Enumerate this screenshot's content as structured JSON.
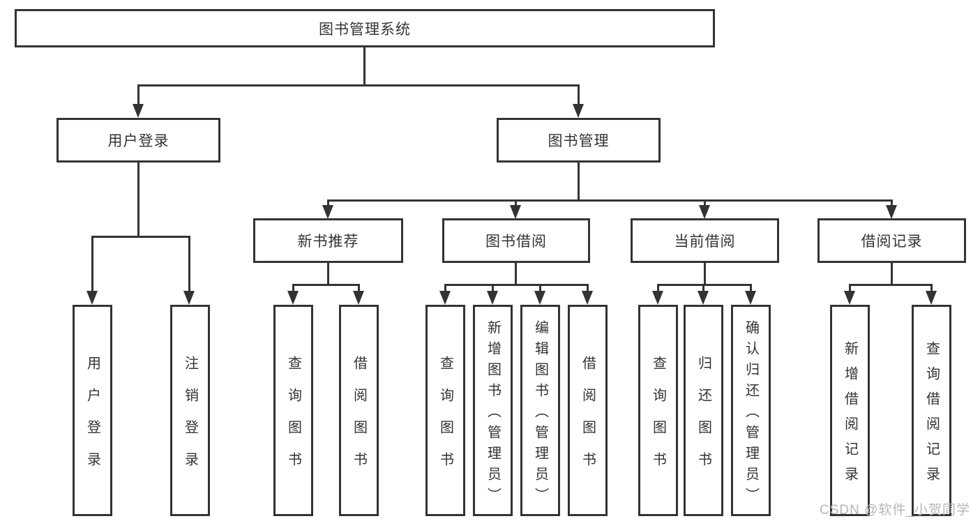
{
  "nodes": {
    "root": "图书管理系统",
    "level2": {
      "user_login_branch": "用户登录",
      "book_management_branch": "图书管理"
    },
    "level3": {
      "new_book_recommend": "新书推荐",
      "book_borrowing": "图书借阅",
      "current_borrowing": "当前借阅",
      "borrowing_records": "借阅记录"
    },
    "leaves": {
      "user_login": "用户登录",
      "logout": "注销登录",
      "nb_query_books": "查询图书",
      "nb_borrow_books": "借阅图书",
      "bb_query_books": "查询图书",
      "bb_add_book_admin": "新增图书（管理员）",
      "bb_edit_book_admin": "编辑图书（管理员）",
      "bb_borrow_books": "借阅图书",
      "cb_query_books": "查询图书",
      "cb_return_books": "归还图书",
      "cb_confirm_return_admin": "确认归还（管理员）",
      "br_add_borrow_record": "新增借阅记录",
      "br_query_borrow_record": "查询借阅记录"
    }
  },
  "watermark": "CSDN @软件_小贺同学",
  "colors": {
    "line": "#333333",
    "text": "#333333",
    "watermark": "#b5b5b5",
    "background": "#ffffff"
  }
}
